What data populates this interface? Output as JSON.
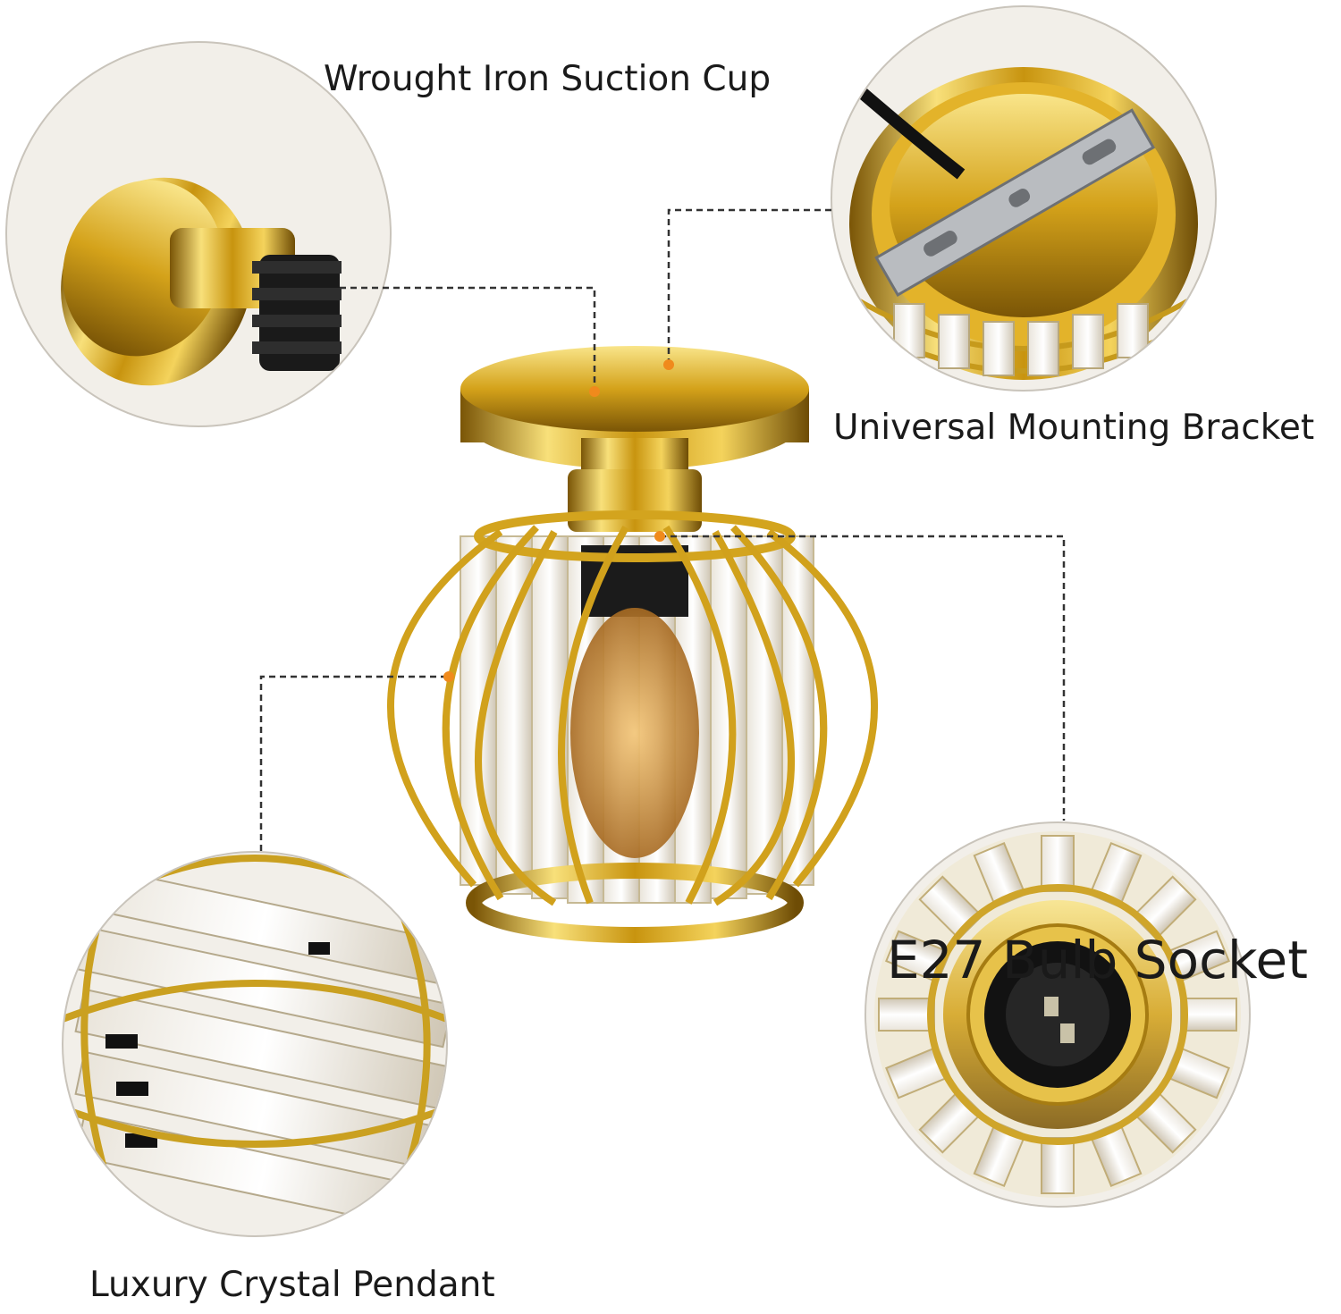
{
  "labels": {
    "suction_cup": "Wrought Iron Suction Cup",
    "mounting_bracket": "Universal Mounting Bracket",
    "crystal_pendant": "Luxury Crystal Pendant",
    "bulb_socket": "E27 Bulb Socket"
  },
  "colors": {
    "gold": "#d4a21a",
    "gold_light": "#f6dc6a",
    "gold_dark": "#8a6208",
    "callout_dot": "#f08a1c",
    "callout_line": "#333333"
  },
  "icons": {
    "suction_cup_detail": "ceiling-cup-icon",
    "bracket_detail": "mounting-bracket-icon",
    "pendant_detail": "crystal-pendant-icon",
    "socket_detail": "bulb-socket-icon",
    "main_product": "ceiling-light-icon"
  }
}
